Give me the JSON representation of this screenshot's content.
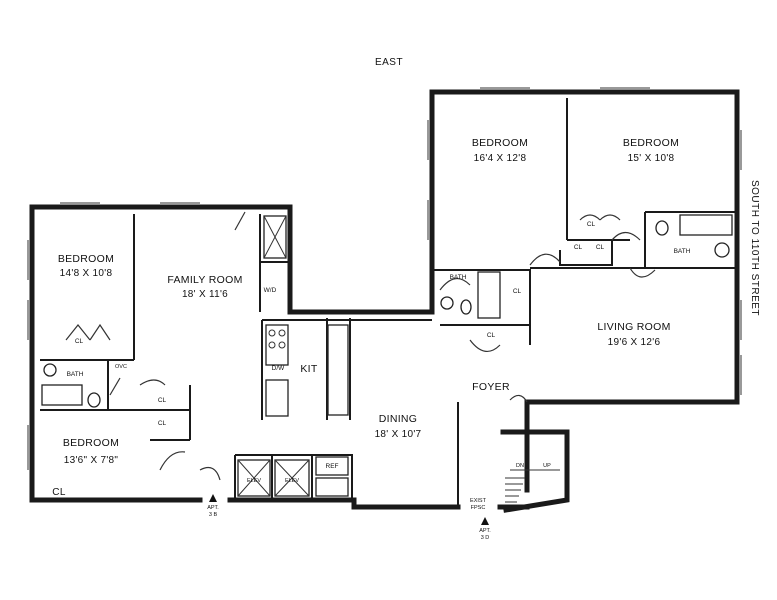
{
  "compass": {
    "east": "EAST",
    "south": "SOUTH TO 110TH STREET"
  },
  "rooms": {
    "bedroom_nw": {
      "name": "BEDROOM",
      "dims": "14'8 X 10'8"
    },
    "family_room": {
      "name": "FAMILY ROOM",
      "dims": "18' X 11'6"
    },
    "bedroom_sw": {
      "name": "BEDROOM",
      "dims": "13'6\" X 7'8\""
    },
    "bedroom_ne1": {
      "name": "BEDROOM",
      "dims": "16'4 X 12'8"
    },
    "bedroom_ne2": {
      "name": "BEDROOM",
      "dims": "15' X 10'8"
    },
    "living_room": {
      "name": "LIVING ROOM",
      "dims": "19'6 X 12'6"
    },
    "dining": {
      "name": "DINING",
      "dims": "18' X 10'7"
    },
    "kitchen": {
      "name": "KIT"
    },
    "foyer": {
      "name": "FOYER"
    }
  },
  "labels": {
    "cl": "CL",
    "bath": "BATH",
    "wd": "W/D",
    "dw": "D/W",
    "ref": "REF",
    "elev": "ELEV",
    "dn": "DN",
    "up": "UP",
    "ovc": "OVC",
    "exist": "EXIST",
    "fpsc": "FPSC",
    "apt_3b_1": "APT.",
    "apt_3b_2": "3 B",
    "apt_3d_1": "APT.",
    "apt_3d_2": "3 D"
  }
}
